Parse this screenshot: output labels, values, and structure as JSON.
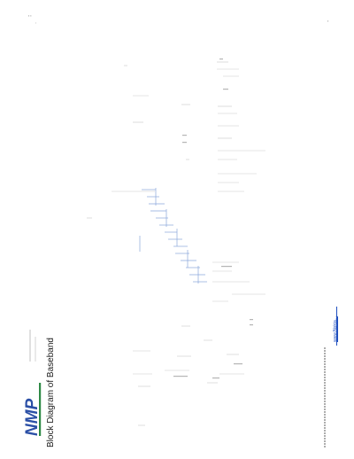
{
  "document": {
    "title": "Block Diagram of Baseband",
    "link_text": "www.Nokia...",
    "logo_text": "NMP",
    "colors": {
      "logo_blue": "#2b4fa6",
      "logo_green": "#2f8a46",
      "link_blue": "#1f4fbf",
      "signal_blue": "#7f9fd8"
    }
  }
}
